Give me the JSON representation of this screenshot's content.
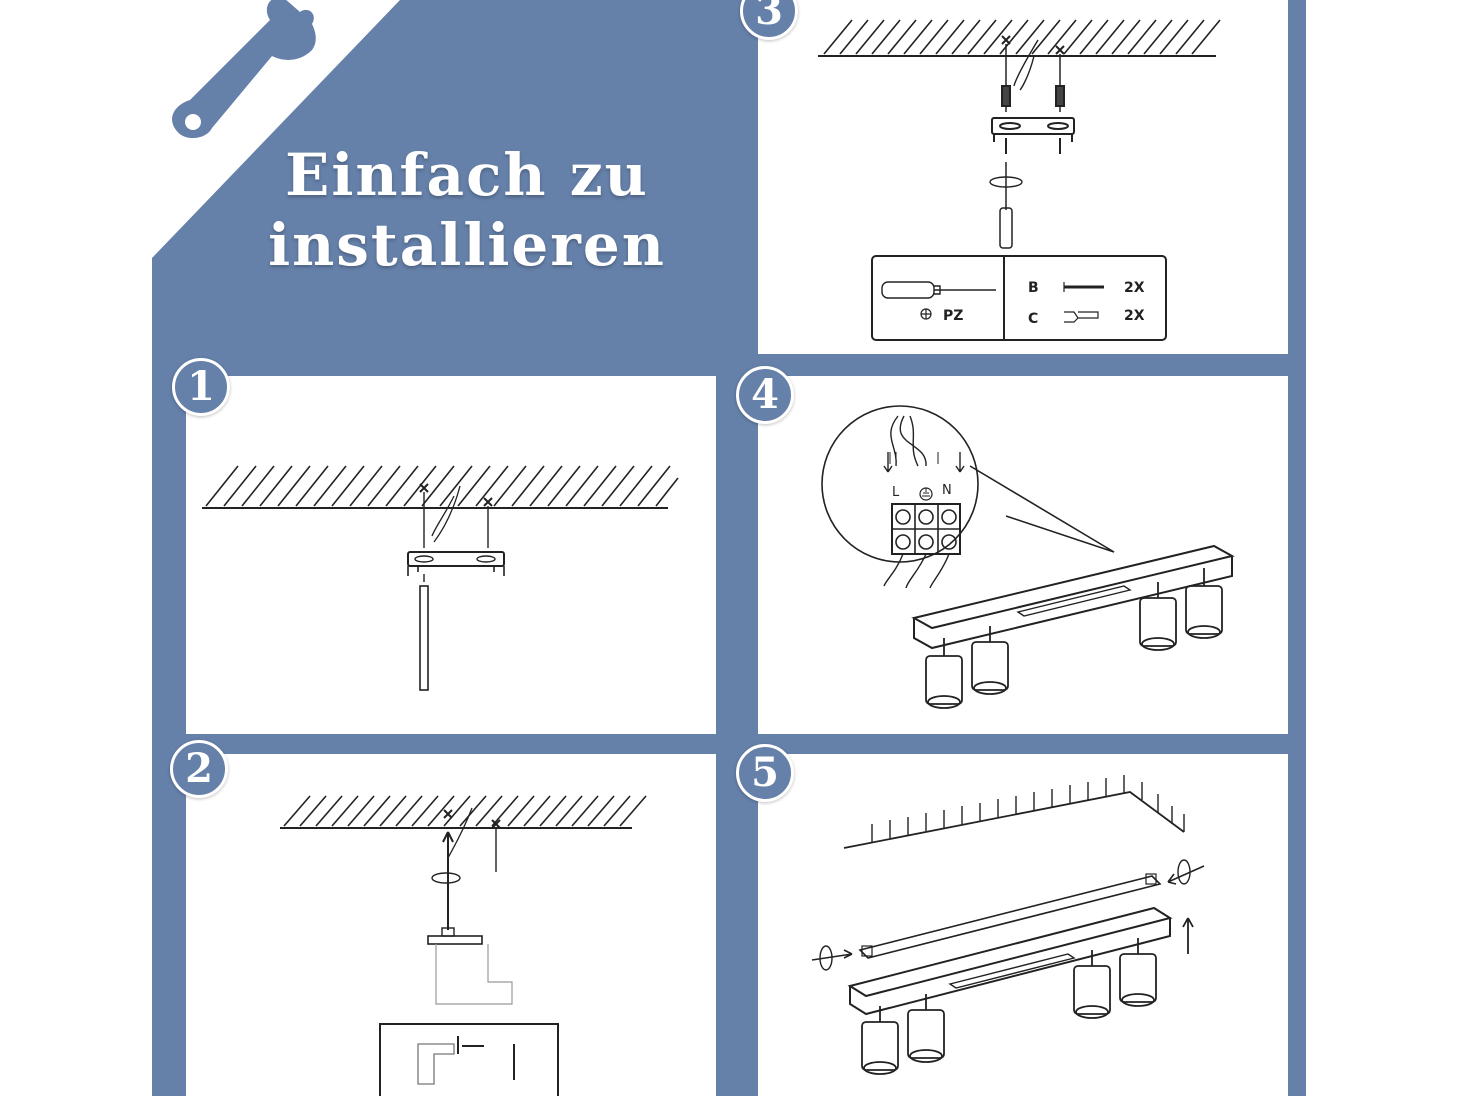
{
  "heading": {
    "line1": "Einfach zu",
    "line2": "installieren"
  },
  "steps": [
    {
      "number": "1"
    },
    {
      "number": "2"
    },
    {
      "number": "3"
    },
    {
      "number": "4"
    },
    {
      "number": "5"
    }
  ],
  "parts_table": {
    "tool_label": "PZ",
    "parts": [
      {
        "code": "B",
        "qty": "2X"
      },
      {
        "code": "C",
        "qty": "2X"
      }
    ]
  },
  "wiring": {
    "live": "L",
    "neutral": "N"
  },
  "colors": {
    "background_blue": "#6580a9",
    "panel": "#ffffff",
    "line": "#222222"
  },
  "icons": [
    "wrench-icon",
    "screwdriver-icon",
    "screw-icon",
    "wall-plug-icon",
    "earth-symbol-icon"
  ]
}
